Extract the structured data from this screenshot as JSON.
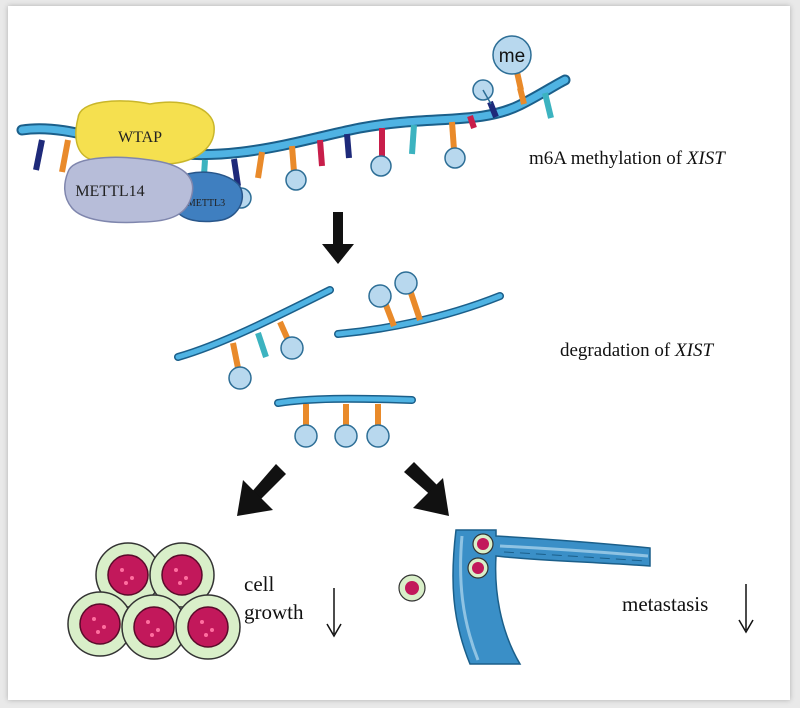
{
  "labels": {
    "methylation_prefix": "m6A methylation of ",
    "methylation_gene": "XIST",
    "degradation_prefix": "degradation of ",
    "degradation_gene": "XIST",
    "cell_line1": "cell",
    "cell_line2": "growth",
    "metastasis": "metastasis"
  },
  "proteins": {
    "wtap": "WTAP",
    "mettl14": "METTL14",
    "mettl3": "METTL3"
  },
  "me_label": "me",
  "colors": {
    "rna_strand": "#3fa4d6",
    "rna_outline": "#1b5f8a",
    "base_orange": "#e98a2a",
    "base_red": "#c81e4a",
    "base_navy": "#1e2a7a",
    "base_teal": "#3cb3c0",
    "ball": "#b8d8ee",
    "wtap": "#f5e04f",
    "mettl14": "#b7bdd9",
    "mettl3": "#3f7fc0",
    "cell_outer": "#d9efc9",
    "cell_nucleus": "#c2185b",
    "vessel": "#3a8fc7",
    "arrow": "#111111"
  }
}
